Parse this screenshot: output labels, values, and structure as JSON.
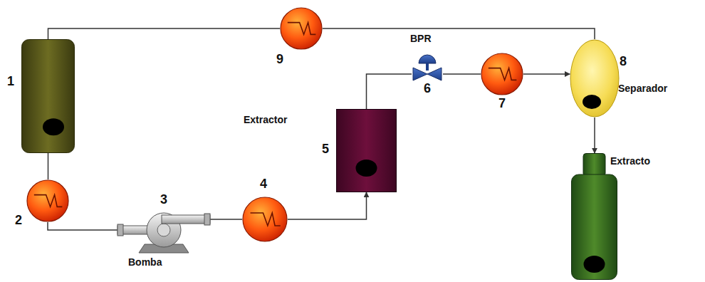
{
  "diagram": {
    "nodes": [
      {
        "text": [
          "1"
        ]
      },
      {
        "text": [
          "2"
        ]
      },
      {
        "text": [
          "3",
          "Bomba"
        ]
      },
      {
        "text": [
          "4"
        ]
      },
      {
        "text": [
          "Extractor",
          "5"
        ]
      },
      {
        "text": [
          "BPR",
          "6"
        ]
      },
      {
        "text": [
          "7"
        ]
      },
      {
        "text": [
          "8",
          "Separador"
        ]
      },
      {
        "text": [
          "Extracto"
        ]
      },
      {
        "text": [
          "9"
        ]
      }
    ],
    "edges": [
      {
        "from": 0,
        "to": 1,
        "arrow": "none"
      },
      {
        "from": 1,
        "to": 2,
        "arrow": "none"
      },
      {
        "from": 2,
        "to": 3,
        "arrow": "none"
      },
      {
        "from": 3,
        "to": 4,
        "arrow": "to"
      },
      {
        "from": 4,
        "to": 5,
        "arrow": "none"
      },
      {
        "from": 5,
        "to": 6,
        "arrow": "none"
      },
      {
        "from": 6,
        "to": 7,
        "arrow": "to"
      },
      {
        "from": 7,
        "to": 8,
        "arrow": "to"
      },
      {
        "from": 7,
        "to": 9,
        "arrow": "none"
      },
      {
        "from": 9,
        "to": 0,
        "arrow": "none"
      }
    ]
  }
}
